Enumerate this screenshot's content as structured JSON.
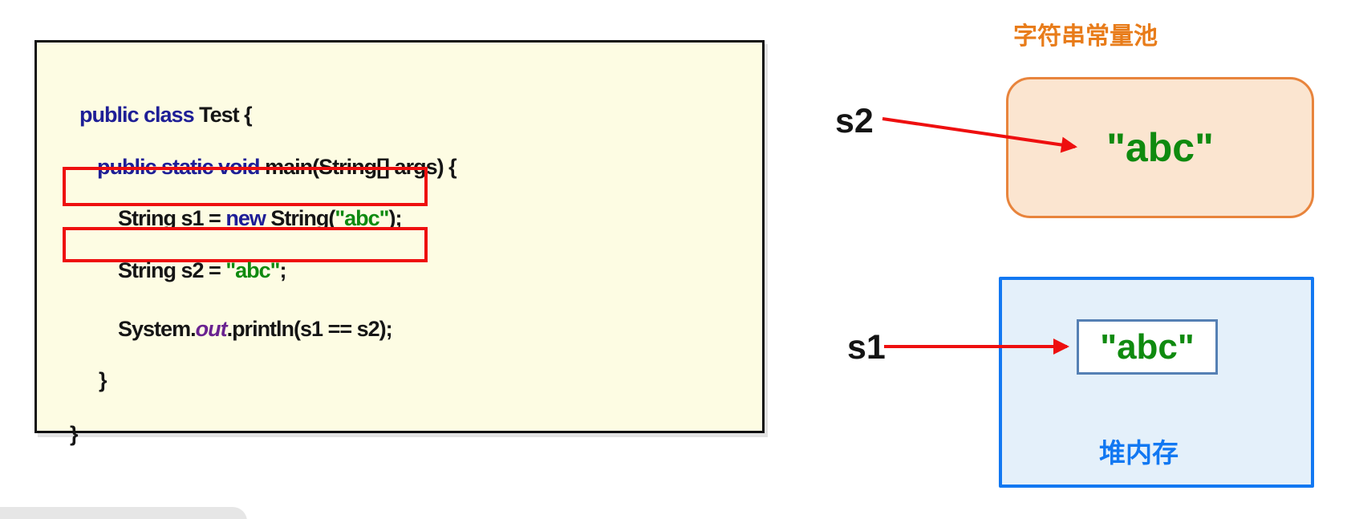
{
  "colors": {
    "code_panel_bg": "#FDFCE3",
    "code_panel_border": "#101010",
    "keyword_navy": "#1E1E96",
    "plain_black": "#151515",
    "string_green": "#0F8A0F",
    "field_purple": "#6A2290",
    "highlight_red": "#EE0F0F",
    "arrow_red": "#EE0F0F",
    "pool_title_orange": "#E87C1A",
    "pool_border_orange": "#E8843C",
    "pool_fill": "#FBE5D0",
    "heap_blue": "#1278F2",
    "heap_fill": "#E4F0FA",
    "heap_value_border": "#5580B4",
    "gray_tab": "#E6E6E6"
  },
  "code": {
    "lines": [
      {
        "segments": [
          {
            "style": "kw",
            "text": "public class "
          },
          {
            "style": "pl",
            "text": "Test {"
          }
        ]
      },
      {
        "segments": [
          {
            "style": "kw",
            "text": "public static void "
          },
          {
            "style": "pl",
            "text": "main(String[] args) {"
          }
        ]
      },
      {
        "segments": [
          {
            "style": "pl",
            "text": "String s1 = "
          },
          {
            "style": "kw",
            "text": "new"
          },
          {
            "style": "pl",
            "text": " String("
          },
          {
            "style": "str",
            "text": "\"abc\""
          },
          {
            "style": "pl",
            "text": ");"
          }
        ]
      },
      {
        "segments": [
          {
            "style": "pl",
            "text": "String s2 = "
          },
          {
            "style": "str",
            "text": "\"abc\""
          },
          {
            "style": "pl",
            "text": ";"
          }
        ]
      },
      {
        "segments": [
          {
            "style": "pl",
            "text": "System."
          },
          {
            "style": "fld",
            "text": "out"
          },
          {
            "style": "pl",
            "text": ".println(s1 == s2);"
          }
        ]
      },
      {
        "segments": [
          {
            "style": "pl",
            "text": "}"
          }
        ]
      },
      {
        "segments": [
          {
            "style": "pl",
            "text": "}"
          }
        ]
      }
    ]
  },
  "diagram": {
    "pool": {
      "title": "字符串常量池",
      "value": "\"abc\""
    },
    "heap": {
      "label": "堆内存",
      "value": "\"abc\""
    },
    "refs": {
      "s1": "s1",
      "s2": "s2"
    }
  }
}
